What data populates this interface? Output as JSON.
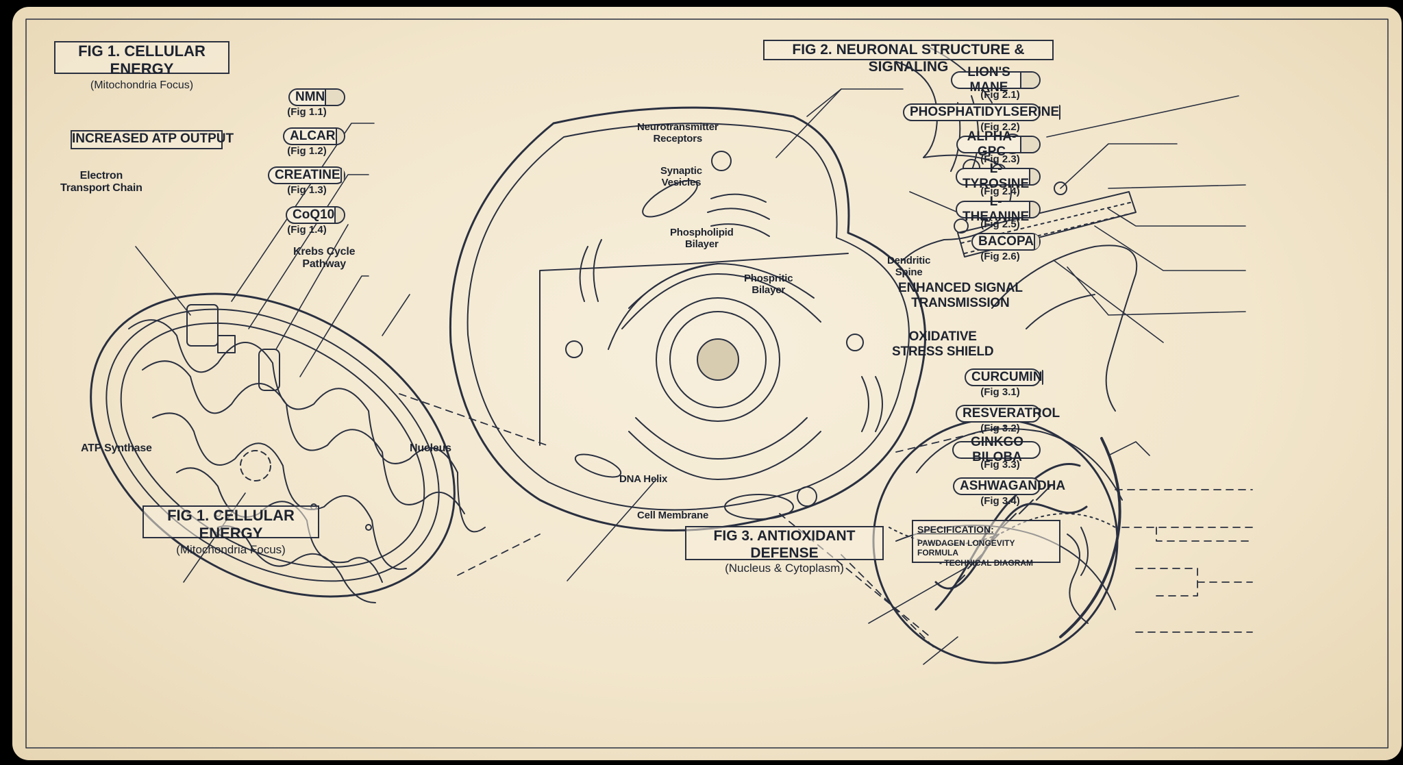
{
  "panels": {
    "fig1_top": {
      "title": "FIG 1. CELLULAR ENERGY",
      "subtitle": "(Mitochondria Focus)"
    },
    "fig1_bottom": {
      "title": "FIG 1. CELLULAR ENERGY",
      "subtitle": "(Mitochondria Focus)"
    },
    "fig2": {
      "title": "FIG 2. NEURONAL STRUCTURE & SIGNALING"
    },
    "fig3": {
      "title": "FIG 3. ANTIOXIDANT DEFENSE",
      "subtitle": "(Nucleus & Cytoplasm)"
    }
  },
  "headings": {
    "atp": "INCREASED ATP OUTPUT",
    "signal": "ENHANCED SIGNAL\nTRANSMISSION",
    "oxidative": "OXIDATIVE\nSTRESS SHIELD"
  },
  "fig1_ingredients": [
    {
      "name": "NMN",
      "ref": "(Fig 1.1)"
    },
    {
      "name": "ALCAR",
      "ref": "(Fig 1.2)"
    },
    {
      "name": "CREATINE",
      "ref": "(Fig 1.3)"
    },
    {
      "name": "CoQ10",
      "ref": "(Fig 1.4)"
    }
  ],
  "fig2_ingredients": [
    {
      "name": "LION'S MANE",
      "ref": "(Fig 2.1)"
    },
    {
      "name": "PHOSPHATIDYLSERINE",
      "ref": "(Fig 2.2)"
    },
    {
      "name": "ALPHA-GPC",
      "ref": "(Fig 2.3)"
    },
    {
      "name": "L-TYROSINE",
      "ref": "(Fig 2.4)"
    },
    {
      "name": "L-THEANINE",
      "ref": "(Fig 2.5)"
    },
    {
      "name": "BACOPA",
      "ref": "(Fig 2.6)"
    }
  ],
  "fig3_ingredients": [
    {
      "name": "CURCUMIN",
      "ref": "(Fig 3.1)"
    },
    {
      "name": "RESVERATROL",
      "ref": "(Fig 3.2)"
    },
    {
      "name": "GINKGO BILOBA",
      "ref": "(Fig 3.3)"
    },
    {
      "name": "ASHWAGANDHA",
      "ref": "(Fig 3.4)"
    }
  ],
  "annotations": {
    "electron_transport_chain": "Electron\nTransport Chain",
    "krebs_cycle": "Krebs Cycle\nPathway",
    "atp_synthase": "ATP Synthase",
    "nucleus": "Nucleus",
    "neurotransmitter_receptors": "Neurotransmitter\nReceptors",
    "synaptic_vesicles": "Synaptic\nVesicles",
    "phospholipid_bilayer": "Phospholipid\nBilayer",
    "phospritic_bilayer": "Phospritic\nBilayer",
    "dendritic_spine": "Dendritic\nSpine",
    "dna_helix": "DNA Helix",
    "cell_membrane": "Cell Membrane"
  },
  "specification": {
    "label": "SPECIFICATION:",
    "line1": "PAWDAGEN LONGEVITY FORMULA",
    "line2": "- TECHNICAL DIAGRAM"
  },
  "colors": {
    "paper": "#f2e6cc",
    "ink": "#1d2330"
  }
}
